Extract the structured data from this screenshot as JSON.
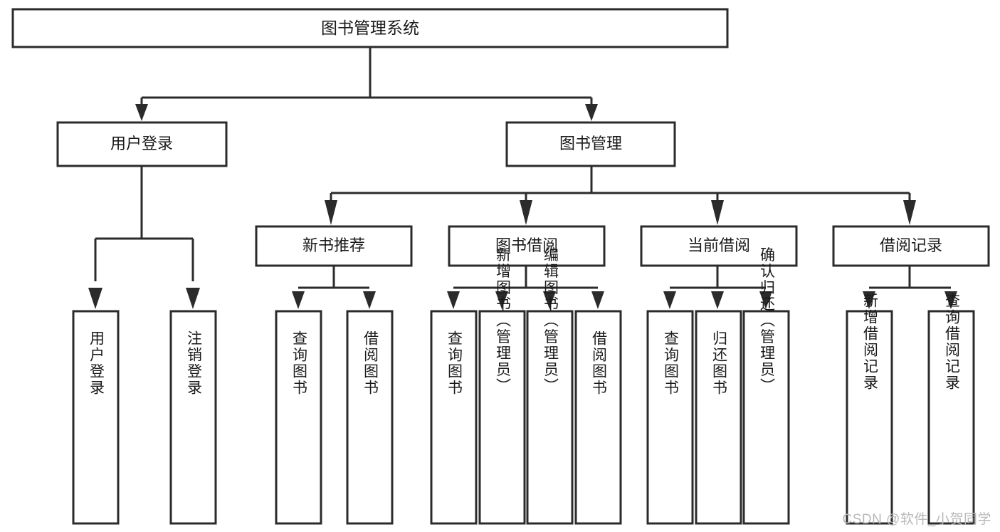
{
  "diagram": {
    "type": "hierarchy-tree",
    "title": "图书管理系统",
    "watermark": "CSDN @软件_小贺同学",
    "colors": {
      "stroke": "#2b2b2b",
      "fill": "#ffffff",
      "text": "#1a1a1a",
      "watermark": "#b8b8b8"
    },
    "levels": [
      {
        "level": 1,
        "nodes": [
          {
            "id": "root",
            "label": "图书管理系统",
            "orientation": "horizontal"
          }
        ]
      },
      {
        "level": 2,
        "nodes": [
          {
            "id": "login",
            "label": "用户登录",
            "orientation": "horizontal",
            "parent": "root"
          },
          {
            "id": "bookmgmt",
            "label": "图书管理",
            "orientation": "horizontal",
            "parent": "root"
          }
        ]
      },
      {
        "level": 3,
        "nodes": [
          {
            "id": "newbook",
            "label": "新书推荐",
            "orientation": "horizontal",
            "parent": "bookmgmt"
          },
          {
            "id": "borrow",
            "label": "图书借阅",
            "orientation": "horizontal",
            "parent": "bookmgmt"
          },
          {
            "id": "current",
            "label": "当前借阅",
            "orientation": "horizontal",
            "parent": "bookmgmt"
          },
          {
            "id": "records",
            "label": "借阅记录",
            "orientation": "horizontal",
            "parent": "bookmgmt"
          }
        ]
      },
      {
        "level": 4,
        "nodes": [
          {
            "id": "leaf-1",
            "label": "用户登录",
            "orientation": "vertical",
            "parent": "login"
          },
          {
            "id": "leaf-2",
            "label": "注销登录",
            "orientation": "vertical",
            "parent": "login"
          },
          {
            "id": "leaf-3",
            "label": "查询图书",
            "orientation": "vertical",
            "parent": "newbook"
          },
          {
            "id": "leaf-4",
            "label": "借阅图书",
            "orientation": "vertical",
            "parent": "newbook"
          },
          {
            "id": "leaf-5",
            "label": "查询图书",
            "orientation": "vertical",
            "parent": "borrow"
          },
          {
            "id": "leaf-6",
            "label": "新增图书（管理员）",
            "orientation": "vertical",
            "parent": "borrow"
          },
          {
            "id": "leaf-7",
            "label": "编辑图书（管理员）",
            "orientation": "vertical",
            "parent": "borrow"
          },
          {
            "id": "leaf-8",
            "label": "借阅图书",
            "orientation": "vertical",
            "parent": "borrow"
          },
          {
            "id": "leaf-9",
            "label": "查询图书",
            "orientation": "vertical",
            "parent": "current"
          },
          {
            "id": "leaf-10",
            "label": "归还图书",
            "orientation": "vertical",
            "parent": "current"
          },
          {
            "id": "leaf-11",
            "label": "确认归还（管理员）",
            "orientation": "vertical",
            "parent": "current"
          },
          {
            "id": "leaf-12",
            "label": "新增借阅记录",
            "orientation": "vertical",
            "parent": "records"
          },
          {
            "id": "leaf-13",
            "label": "查询借阅记录",
            "orientation": "vertical",
            "parent": "records"
          }
        ]
      }
    ]
  }
}
